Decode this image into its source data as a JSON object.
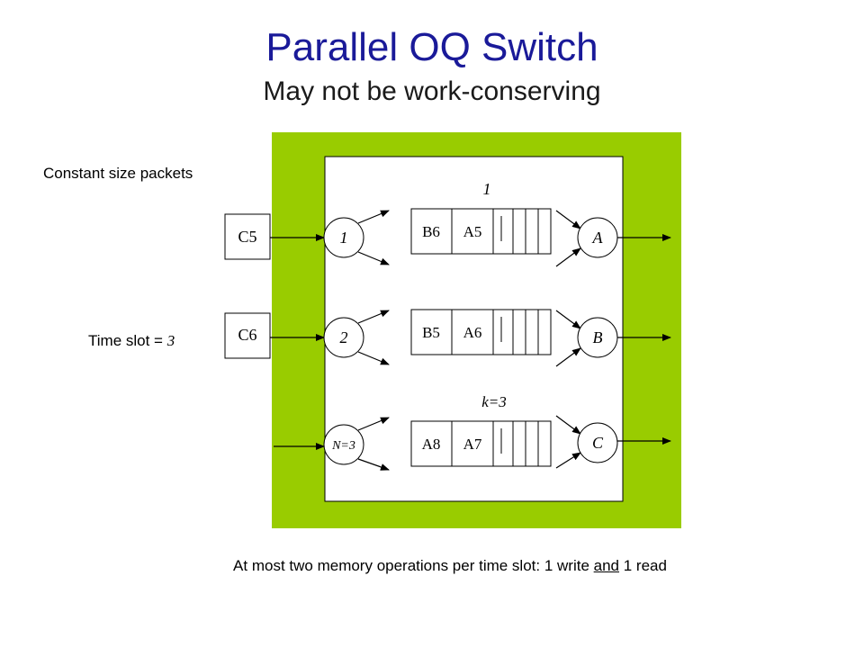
{
  "title": "Parallel OQ Switch",
  "subtitle": "May not be work-conserving",
  "notes": {
    "constant_size": "Constant size packets",
    "time_slot_label": "Time slot = ",
    "time_slot_value": "3"
  },
  "footer": {
    "before": "At most two memory operations per time slot: 1 write ",
    "emph": "and",
    "after": " 1 read"
  },
  "colors": {
    "fabric_bg": "#99cc00",
    "title": "#1a1a99"
  },
  "diagram": {
    "incoming_packets": [
      "C5",
      "C6"
    ],
    "input_ports": [
      "1",
      "2",
      "N=3"
    ],
    "output_ports": [
      "A",
      "B",
      "C"
    ],
    "buffer_labels": [
      "1",
      "k=3"
    ],
    "buffers": [
      {
        "cells": [
          "B6",
          "A5"
        ]
      },
      {
        "cells": [
          "B5",
          "A6"
        ]
      },
      {
        "cells": [
          "A8",
          "A7"
        ]
      }
    ]
  }
}
